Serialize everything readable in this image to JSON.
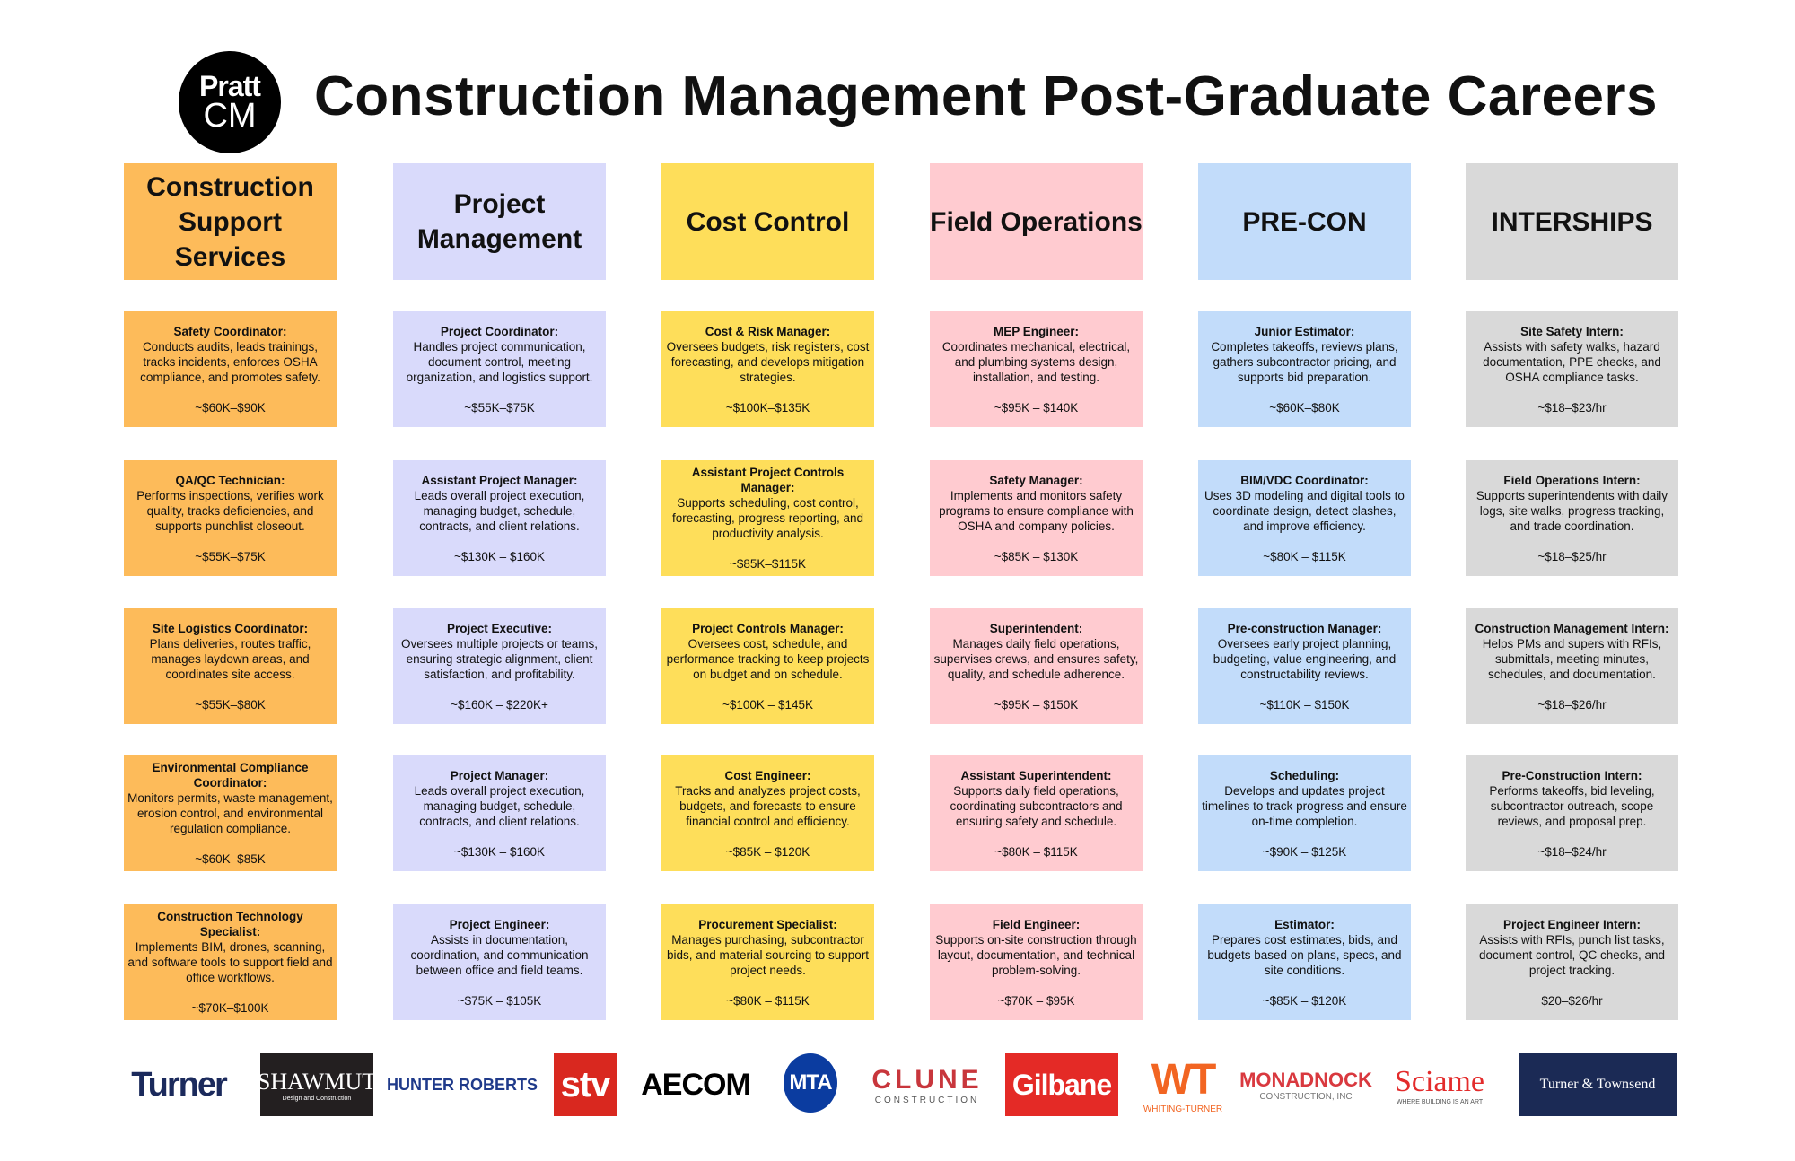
{
  "header": {
    "logo_line1": "Pratt",
    "logo_line2": "CM",
    "title": "Construction Management Post-Graduate Careers"
  },
  "columns": [
    {
      "header": "Construction Support Services",
      "color": "#FDBB5A",
      "cards": [
        {
          "title": "Safety Coordinator:",
          "desc": "Conducts audits, leads trainings, tracks incidents, enforces OSHA compliance, and promotes safety.",
          "salary": "~$60K–$90K"
        },
        {
          "title": "QA/QC Technician:",
          "desc": "Performs inspections, verifies work quality, tracks deficiencies, and supports punchlist closeout.",
          "salary": "~$55K–$75K"
        },
        {
          "title": "Site Logistics Coordinator:",
          "desc": "Plans deliveries, routes traffic, manages laydown areas, and coordinates site access.",
          "salary": "~$55K–$80K"
        },
        {
          "title": "Environmental Compliance Coordinator:",
          "desc": "Monitors permits, waste management, erosion control, and environmental regulation compliance.",
          "salary": "~$60K–$85K"
        },
        {
          "title": "Construction Technology Specialist:",
          "desc": "Implements BIM, drones, scanning, and software tools to support field and office workflows.",
          "salary": "~$70K–$100K"
        }
      ]
    },
    {
      "header": "Project Management",
      "color": "#D9DAFB",
      "cards": [
        {
          "title": "Project Coordinator:",
          "desc": "Handles project communication, document control, meeting organization, and logistics support.",
          "salary": "~$55K–$75K"
        },
        {
          "title": "Assistant Project Manager:",
          "desc": "Leads overall project execution, managing budget, schedule, contracts, and client relations.",
          "salary": "~$130K – $160K"
        },
        {
          "title": "Project Executive:",
          "desc": "Oversees multiple projects or teams, ensuring strategic alignment, client satisfaction, and profitability.",
          "salary": "~$160K – $220K+"
        },
        {
          "title": "Project Manager:",
          "desc": "Leads overall project execution, managing budget, schedule, contracts, and client relations.",
          "salary": "~$130K – $160K"
        },
        {
          "title": "Project Engineer:",
          "desc": "Assists in documentation, coordination, and communication between office and field teams.",
          "salary": "~$75K – $105K"
        }
      ]
    },
    {
      "header": "Cost Control",
      "color": "#FEDE5A",
      "cards": [
        {
          "title": "Cost & Risk Manager:",
          "desc": "Oversees budgets, risk registers, cost forecasting, and develops mitigation strategies.",
          "salary": "~$100K–$135K"
        },
        {
          "title": "Assistant Project Controls Manager:",
          "desc": "Supports scheduling, cost control, forecasting, progress reporting, and productivity analysis.",
          "salary": "~$85K–$115K"
        },
        {
          "title": "Project Controls Manager:",
          "desc": "Oversees cost, schedule, and performance tracking to keep projects on budget and on schedule.",
          "salary": "~$100K – $145K"
        },
        {
          "title": "Cost Engineer:",
          "desc": "Tracks and analyzes project costs, budgets, and forecasts to ensure financial control and efficiency.",
          "salary": "~$85K – $120K"
        },
        {
          "title": "Procurement Specialist:",
          "desc": "Manages purchasing, subcontractor bids, and material sourcing to support project needs.",
          "salary": "~$80K – $115K"
        }
      ]
    },
    {
      "header": "Field Operations",
      "color": "#FFCBD0",
      "cards": [
        {
          "title": "MEP Engineer:",
          "desc": "Coordinates mechanical, electrical, and plumbing systems design, installation, and testing.",
          "salary": "~$95K – $140K"
        },
        {
          "title": "Safety Manager:",
          "desc": "Implements and monitors safety programs to ensure compliance with OSHA and company policies.",
          "salary": "~$85K – $130K"
        },
        {
          "title": "Superintendent:",
          "desc": "Manages daily field operations, supervises crews, and ensures safety, quality, and schedule adherence.",
          "salary": "~$95K – $150K"
        },
        {
          "title": "Assistant Superintendent:",
          "desc": "Supports daily field operations, coordinating subcontractors and ensuring safety and schedule.",
          "salary": "~$80K – $115K"
        },
        {
          "title": "Field Engineer:",
          "desc": "Supports on-site construction through layout, documentation, and technical problem-solving.",
          "salary": "~$70K – $95K"
        }
      ]
    },
    {
      "header": "PRE-CON",
      "color": "#C2DCFA",
      "cards": [
        {
          "title": "Junior Estimator:",
          "desc": "Completes takeoffs, reviews plans, gathers subcontractor pricing, and supports bid preparation.",
          "salary": "~$60K–$80K"
        },
        {
          "title": "BIM/VDC Coordinator:",
          "desc": "Uses 3D modeling and digital tools to coordinate design, detect clashes, and improve efficiency.",
          "salary": "~$80K – $115K"
        },
        {
          "title": "Pre-construction Manager:",
          "desc": "Oversees early project planning, budgeting, value engineering, and constructability reviews.",
          "salary": "~$110K – $150K"
        },
        {
          "title": "Scheduling:",
          "desc": "Develops and updates project timelines to track progress and ensure on-time completion.",
          "salary": "~$90K – $125K"
        },
        {
          "title": "Estimator:",
          "desc": "Prepares cost estimates, bids, and budgets based on plans, specs, and site conditions.",
          "salary": "~$85K – $120K"
        }
      ]
    },
    {
      "header": "INTERSHIPS",
      "color": "#D9D9D9",
      "cards": [
        {
          "title": "Site Safety Intern:",
          "desc": "Assists with safety walks, hazard documentation, PPE checks, and OSHA compliance tasks.",
          "salary": "~$18–$23/hr"
        },
        {
          "title": "Field Operations Intern:",
          "desc": "Supports superintendents with daily logs, site walks, progress tracking, and trade coordination.",
          "salary": "~$18–$25/hr"
        },
        {
          "title": "Construction Management Intern:",
          "desc": "Helps PMs and supers with RFIs, submittals, meeting minutes, schedules, and documentation.",
          "salary": "~$18–$26/hr"
        },
        {
          "title": "Pre-Construction Intern:",
          "desc": "Performs takeoffs, bid leveling, subcontractor outreach, scope reviews, and proposal prep.",
          "salary": "~$18–$24/hr"
        },
        {
          "title": "Project Engineer Intern:",
          "desc": "Assists with RFIs, punch list tasks, document control, QC checks, and project tracking.",
          "salary": "$20–$26/hr"
        }
      ]
    }
  ],
  "logos": [
    {
      "name": "Turner",
      "sub": ""
    },
    {
      "name": "SHAWMUT",
      "sub": "Design and Construction"
    },
    {
      "name": "HUNTER ROBERTS",
      "sub": ""
    },
    {
      "name": "stv",
      "sub": ""
    },
    {
      "name": "AECOM",
      "sub": ""
    },
    {
      "name": "MTA",
      "sub": ""
    },
    {
      "name": "CLUNE",
      "sub": "CONSTRUCTION"
    },
    {
      "name": "Gilbane",
      "sub": ""
    },
    {
      "name": "WT",
      "sub": "WHITING-TURNER"
    },
    {
      "name": "MONADNOCK",
      "sub": "CONSTRUCTION, INC"
    },
    {
      "name": "Sciame",
      "sub": "WHERE BUILDING IS AN ART"
    },
    {
      "name": "Turner & Townsend",
      "sub": ""
    }
  ]
}
